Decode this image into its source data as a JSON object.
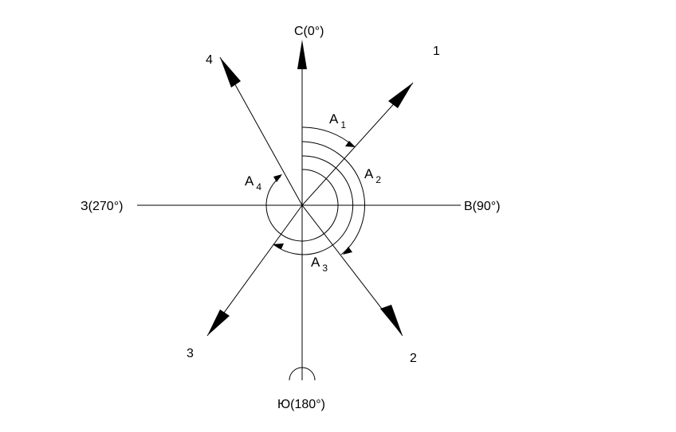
{
  "axes": {
    "north": "С(0°)",
    "east": "В(90°)",
    "south": "Ю(180°)",
    "west": "З(270°)"
  },
  "directions": {
    "d1": "1",
    "d2": "2",
    "d3": "3",
    "d4": "4"
  },
  "azimuths": {
    "a1": {
      "letter": "А",
      "index": "1",
      "degrees": 42
    },
    "a2": {
      "letter": "А",
      "index": "2",
      "degrees": 140
    },
    "a3": {
      "letter": "А",
      "index": "3",
      "degrees": 220
    },
    "a4": {
      "letter": "А",
      "index": "4",
      "degrees": 330
    }
  }
}
